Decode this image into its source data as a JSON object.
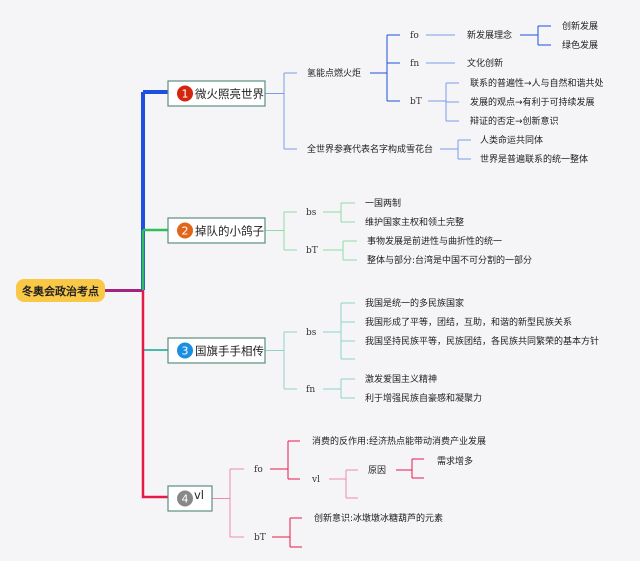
{
  "root": {
    "label": "冬奥会政治考点",
    "color": "#f9c846"
  },
  "colors": {
    "root_link": "#a3247f",
    "b1": "#1f4fe0",
    "b1_light": "#7c9be8",
    "b2": "#2fbf5a",
    "b2_light": "#8fdca4",
    "b3": "#4bb8a8",
    "b3_light": "#8fd3c8",
    "b4": "#e6194b",
    "b4_light": "#ee8aa6",
    "n1": "#d4260e",
    "n2": "#e0661c",
    "n3": "#1a8ee0",
    "n4": "#888888",
    "box_border": "#5a8f80"
  },
  "branches": [
    {
      "num": "1",
      "label": "微火照亮世界",
      "children": [
        {
          "label": "氢能点燃火炬",
          "children": [
            {
              "label": "fo",
              "children": [
                {
                  "label": "新发展理念",
                  "children": [
                    {
                      "label": "创新发展"
                    },
                    {
                      "label": "绿色发展"
                    }
                  ]
                }
              ]
            },
            {
              "label": "fn",
              "children": [
                {
                  "label": "文化创新"
                }
              ]
            },
            {
              "label": "bT",
              "children": [
                {
                  "label": "联系的普遍性→人与自然和谐共处"
                },
                {
                  "label": "发展的观点→有利于可持续发展"
                },
                {
                  "label": "辩证的否定→创新意识"
                }
              ]
            }
          ]
        },
        {
          "label": "全世界参赛代表名字构成雪花台",
          "children": [
            {
              "label": "人类命运共同体"
            },
            {
              "label": "世界是普遍联系的统一整体"
            }
          ]
        }
      ]
    },
    {
      "num": "2",
      "label": "掉队的小鸽子",
      "children": [
        {
          "label": "bs",
          "children": [
            {
              "label": "一国两制"
            },
            {
              "label": "维护国家主权和领土完整"
            }
          ]
        },
        {
          "label": "bT",
          "children": [
            {
              "label": "事物发展是前进性与曲折性的统一"
            },
            {
              "label": "整体与部分:台湾是中国不可分割的一部分"
            }
          ]
        }
      ]
    },
    {
      "num": "3",
      "label": "国旗手手相传",
      "children": [
        {
          "label": "bs",
          "children": [
            {
              "label": "我国是统一的多民族国家"
            },
            {
              "label": "我国形成了平等，团结，互助，和谐的新型民族关系"
            },
            {
              "label": "我国坚持民族平等，民族团结，各民族共同繁荣的基本方针"
            },
            {
              "label": ""
            }
          ]
        },
        {
          "label": "fn",
          "children": [
            {
              "label": "激发爱国主义精神"
            },
            {
              "label": "利于增强民族自豪感和凝聚力"
            }
          ]
        }
      ]
    },
    {
      "num": "4",
      "label": "vl",
      "children": [
        {
          "label": "fo",
          "children": [
            {
              "label": "消费的反作用:经济热点能带动消费产业发展"
            },
            {
              "label": "vl",
              "children": [
                {
                  "label": "原因",
                  "children": [
                    {
                      "label": "需求增多"
                    },
                    {
                      "label": ""
                    }
                  ]
                },
                {
                  "label": ""
                }
              ]
            }
          ]
        },
        {
          "label": "bT",
          "children": [
            {
              "label": "创新意识:冰墩墩冰糖葫芦的元素"
            },
            {
              "label": ""
            }
          ]
        }
      ]
    }
  ]
}
